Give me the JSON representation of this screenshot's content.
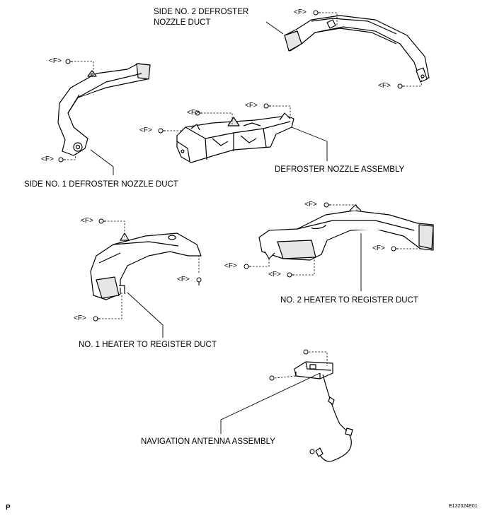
{
  "fastener_label": "<F>",
  "labels": {
    "side_no2_line1": "SIDE NO. 2 DEFROSTER",
    "side_no2_line2": "NOZZLE DUCT",
    "side_no1": "SIDE NO. 1 DEFROSTER NOZZLE DUCT",
    "defroster_assembly": "DEFROSTER NOZZLE ASSEMBLY",
    "no2_heater": "NO. 2 HEATER TO REGISTER DUCT",
    "no1_heater": "NO. 1 HEATER TO REGISTER DUCT",
    "nav_antenna": "NAVIGATION ANTENNA ASSEMBLY"
  },
  "page_marker": "P",
  "illustration_code": "E132324E01"
}
